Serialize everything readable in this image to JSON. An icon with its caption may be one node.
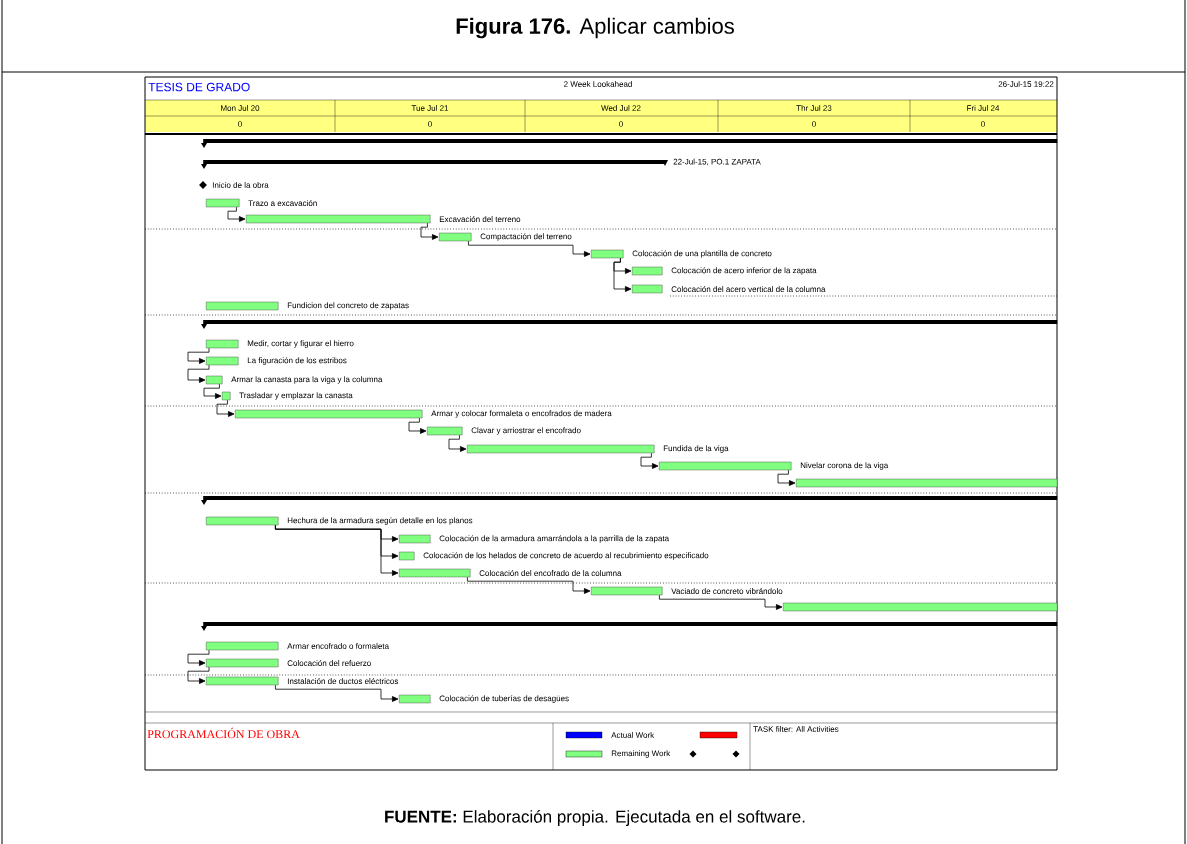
{
  "diagram": {
    "title": "**Figura 176.** Aplicar cambios",
    "caption": "**FUENTE:** Elaboración propia. Ejecutada en el software.",
    "nodes": [
      {
        "text": [],
        "shape": "bar"
      },
      {
        "text": [
          "22-Jul-15, PO.1  ZAPATA"
        ]
      },
      {
        "text": [
          "Inicio de la obra"
        ]
      },
      {
        "text": [
          "Trazo a excavación"
        ]
      },
      {
        "text": [
          "Excavación del terreno"
        ]
      },
      {
        "text": [
          "Compactación del terreno"
        ]
      },
      {
        "text": [
          "Colocación de una plantilla de concreto"
        ]
      },
      {
        "text": [
          "Colocación de acero inferior de la zapata"
        ]
      },
      {
        "text": [
          "Colocación del acero vertical de la columna"
        ]
      },
      {
        "text": [
          "Fundicion del concreto de zapatas"
        ]
      },
      {
        "text": [],
        "shape": "bar"
      },
      {
        "text": [
          "Medir, cortar y figurar el hierro"
        ]
      },
      {
        "text": [
          "La figuración de los estribos"
        ]
      },
      {
        "text": [
          "Armar la canasta para la viga y la columna"
        ]
      },
      {
        "text": [
          "Trasladar y emplazar la canasta"
        ]
      },
      {
        "text": [
          "Armar y colocar formaleta o encofrados de madera"
        ]
      },
      {
        "text": [
          "Clavar y arriostrar el encofrado"
        ]
      },
      {
        "text": [
          "Fundida de la viga"
        ]
      },
      {
        "text": [
          "Nivelar corona de la viga"
        ]
      },
      {
        "text": [],
        "shape": "bar"
      },
      {
        "text": [],
        "shape": "bar"
      },
      {
        "text": [
          "Hechura de la armadura según detalle en los planos"
        ]
      },
      {
        "text": [
          "Colocación de la armadura amarrándola a la parrilla de la zapata"
        ]
      },
      {
        "text": [
          "Colocación de los helados de concreto de acuerdo al recubrimiento especificado"
        ]
      },
      {
        "text": [
          "Colocación del encofrado de la columna"
        ]
      },
      {
        "text": [
          "Vaciado de concreto vibrándolo"
        ]
      },
      {
        "text": [],
        "shape": "bar"
      },
      {
        "text": [],
        "shape": "bar"
      },
      {
        "text": [
          "Armar encofrado o formaleta"
        ]
      },
      {
        "text": [
          "Colocación del refuerzo"
        ]
      },
      {
        "text": [
          "Instalación de ductos eléctricos"
        ]
      },
      {
        "text": [
          "Colocación de tuberías de desagües"
        ]
      }
    ],
    "edges": [
      {
        "from": 3,
        "to": 4,
        "arrow": "to"
      },
      {
        "from": 4,
        "to": 5,
        "arrow": "to"
      },
      {
        "from": 5,
        "to": 6,
        "arrow": "to"
      },
      {
        "from": 6,
        "to": 7,
        "arrow": "to"
      },
      {
        "from": 6,
        "to": 8,
        "arrow": "to"
      },
      {
        "from": 11,
        "to": 12,
        "arrow": "to"
      },
      {
        "from": 12,
        "to": 13,
        "arrow": "to"
      },
      {
        "from": 13,
        "to": 14,
        "arrow": "to"
      },
      {
        "from": 14,
        "to": 15,
        "arrow": "to"
      },
      {
        "from": 15,
        "to": 16,
        "arrow": "to"
      },
      {
        "from": 16,
        "to": 17,
        "arrow": "to"
      },
      {
        "from": 17,
        "to": 18,
        "arrow": "to"
      },
      {
        "from": 18,
        "to": 19,
        "arrow": "to"
      },
      {
        "from": 21,
        "to": 22,
        "arrow": "to"
      },
      {
        "from": 21,
        "to": 23,
        "arrow": "to"
      },
      {
        "from": 21,
        "to": 24,
        "arrow": "to"
      },
      {
        "from": 24,
        "to": 25,
        "arrow": "to"
      },
      {
        "from": 25,
        "to": 26,
        "arrow": "to"
      },
      {
        "from": 28,
        "to": 29,
        "arrow": "to"
      },
      {
        "from": 29,
        "to": 30,
        "arrow": "to"
      },
      {
        "from": 30,
        "to": 31,
        "arrow": "to"
      }
    ],
    "labels": [
      "TESIS DE GRADO",
      "2 Week Lookahead",
      "26-Jul-15 19:22",
      "Mon Jul 20",
      "Tue Jul 21",
      "Wed Jul 22",
      "Thr Jul 23",
      "Fri Jul 24",
      "0",
      "0",
      "0",
      "0",
      "0",
      "PROGRAMACIÓN DE OBRA",
      "TASK filter: All Activities"
    ],
    "legend": [
      {
        "text": "Actual Work",
        "color": "#0000ff"
      },
      {
        "text": "Remaining Work",
        "color": "#80ff80"
      }
    ]
  }
}
